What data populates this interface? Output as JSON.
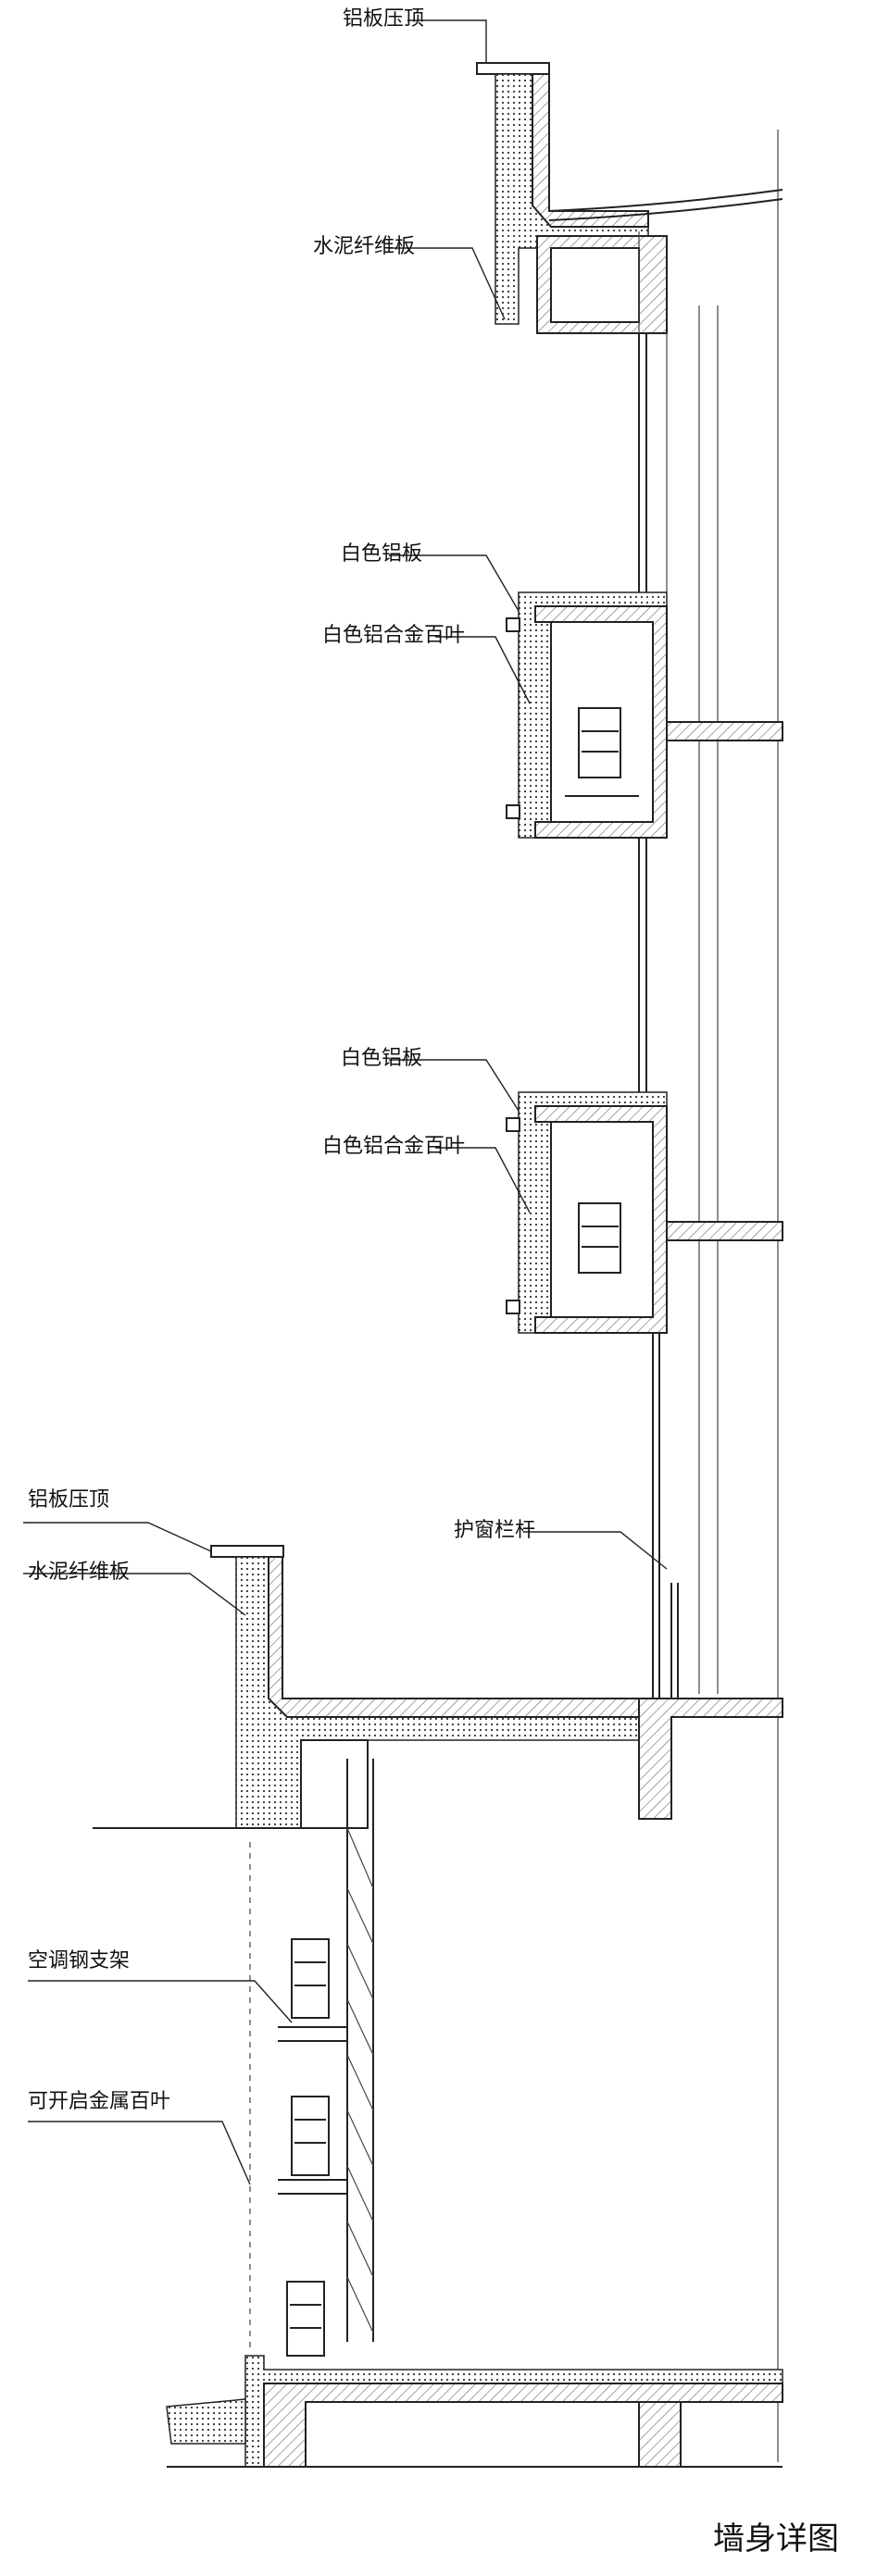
{
  "labels": {
    "roof_cap": "铝板压顶",
    "roof_board": "水泥纤维板",
    "win1_panel": "白色铝板",
    "win1_louver": "白色铝合金百叶",
    "win2_panel": "白色铝板",
    "win2_louver": "白色铝合金百叶",
    "rail": "护窗栏杆",
    "low_cap": "铝板压顶",
    "low_board": "水泥纤维板",
    "ac_bracket": "空调钢支架",
    "metal_louver": "可开启金属百叶"
  },
  "caption": "墙身详图"
}
